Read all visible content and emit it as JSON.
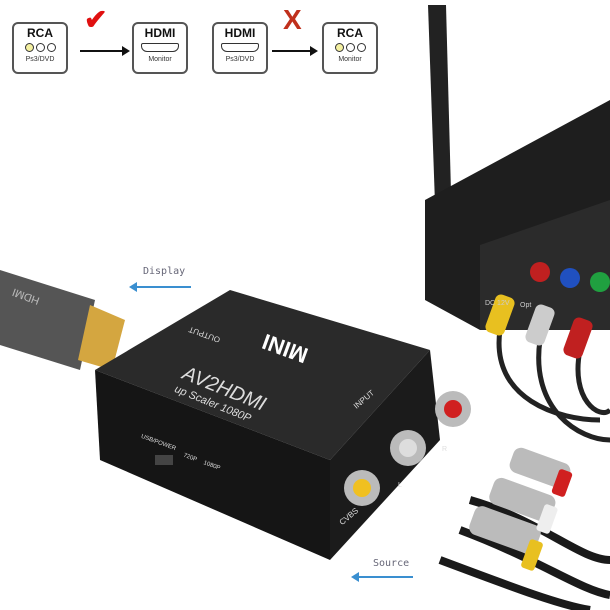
{
  "diagram": {
    "left": {
      "from": {
        "title": "RCA",
        "sub": "Ps3/DVD"
      },
      "to": {
        "title": "HDMI",
        "sub": "Monitor"
      },
      "status": "✔"
    },
    "right": {
      "from": {
        "title": "HDMI",
        "sub": "Ps3/DVD"
      },
      "to": {
        "title": "RCA",
        "sub": "Monitor"
      },
      "status": "X"
    }
  },
  "labels": {
    "display": "Display",
    "source": "Source"
  },
  "device": {
    "brand": "MINI",
    "model": "AV2HDMI",
    "subtitle": "up Scaler 1080P",
    "output": "OUTPUT",
    "input": "INPUT",
    "usb": "USB/POWER",
    "res1": "720P",
    "res2": "1080P",
    "cvbs": "CVBS",
    "left": "L",
    "right": "R"
  },
  "cable": {
    "text": "HDMI"
  },
  "player": {
    "dc": "DC 12V",
    "opt": "Opt"
  },
  "colors": {
    "check": "#e01010",
    "cross": "#c0301c",
    "arrow_blue": "#3a8fd0",
    "device": "#1c1c1c"
  }
}
